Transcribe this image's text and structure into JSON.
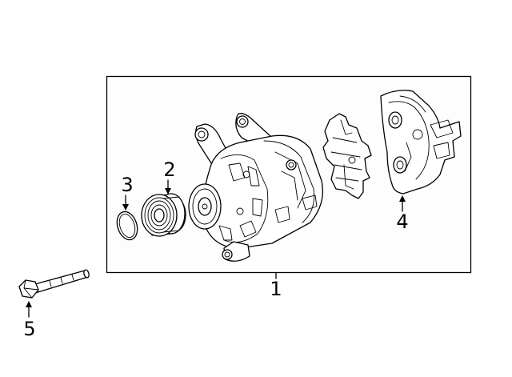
{
  "callouts": {
    "alternator_assembly": "1",
    "pulley": "2",
    "o_ring": "3",
    "rear_cover": "4",
    "bolt": "5"
  }
}
